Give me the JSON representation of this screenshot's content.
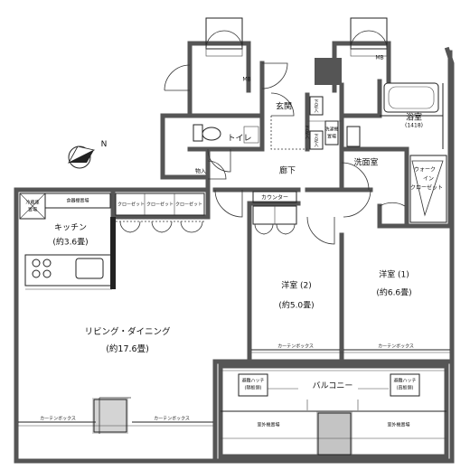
{
  "rooms": {
    "kitchen": "キッチン",
    "kitchen_size": "(約3.6畳)",
    "living": "リビング・ダイニング",
    "living_size": "(約17.6畳)",
    "room2": "洋室 (2)",
    "room2_size": "(約5.0畳)",
    "room1": "洋室 (1)",
    "room1_size": "(約6.6畳)",
    "toilet": "トイレ",
    "corridor": "廊下",
    "entrance": "玄関",
    "bath": "浴室",
    "bath_size": "(1418)",
    "washroom": "洗面室",
    "walkin_1": "ウォーク",
    "walkin_2": "イン",
    "walkin_3": "クローゼット",
    "storage": "物入",
    "balcony": "バルコニー",
    "counter": "カウンター"
  },
  "labels": {
    "mb_left": "MB",
    "mb_right": "MB",
    "closet_1": "クローゼット",
    "closet_2": "クローゼット",
    "closet_3": "クローゼット",
    "curtain_left_1": "カーテンボックス",
    "curtain_left_2": "カーテンボックス",
    "curtain_room2": "カーテンボックス",
    "curtain_room1": "カーテンボックス",
    "ac_unit_left": "室外機置場",
    "ac_unit_right": "室外機置場",
    "hatch_left_1": "避難ハッチ",
    "hatch_left_2": "(隔板側)",
    "hatch_right_1": "避難ハッチ",
    "hatch_right_2": "(直板側)",
    "fridge_1": "冷蔵庫",
    "fridge_2": "置場",
    "shelf": "食器棚置場",
    "shoe_1": "下足入",
    "shoe_2": "下足入",
    "shoe_3": "下足入",
    "washer_1": "洗濯機",
    "washer_2": "置場",
    "compass_n": "N"
  }
}
